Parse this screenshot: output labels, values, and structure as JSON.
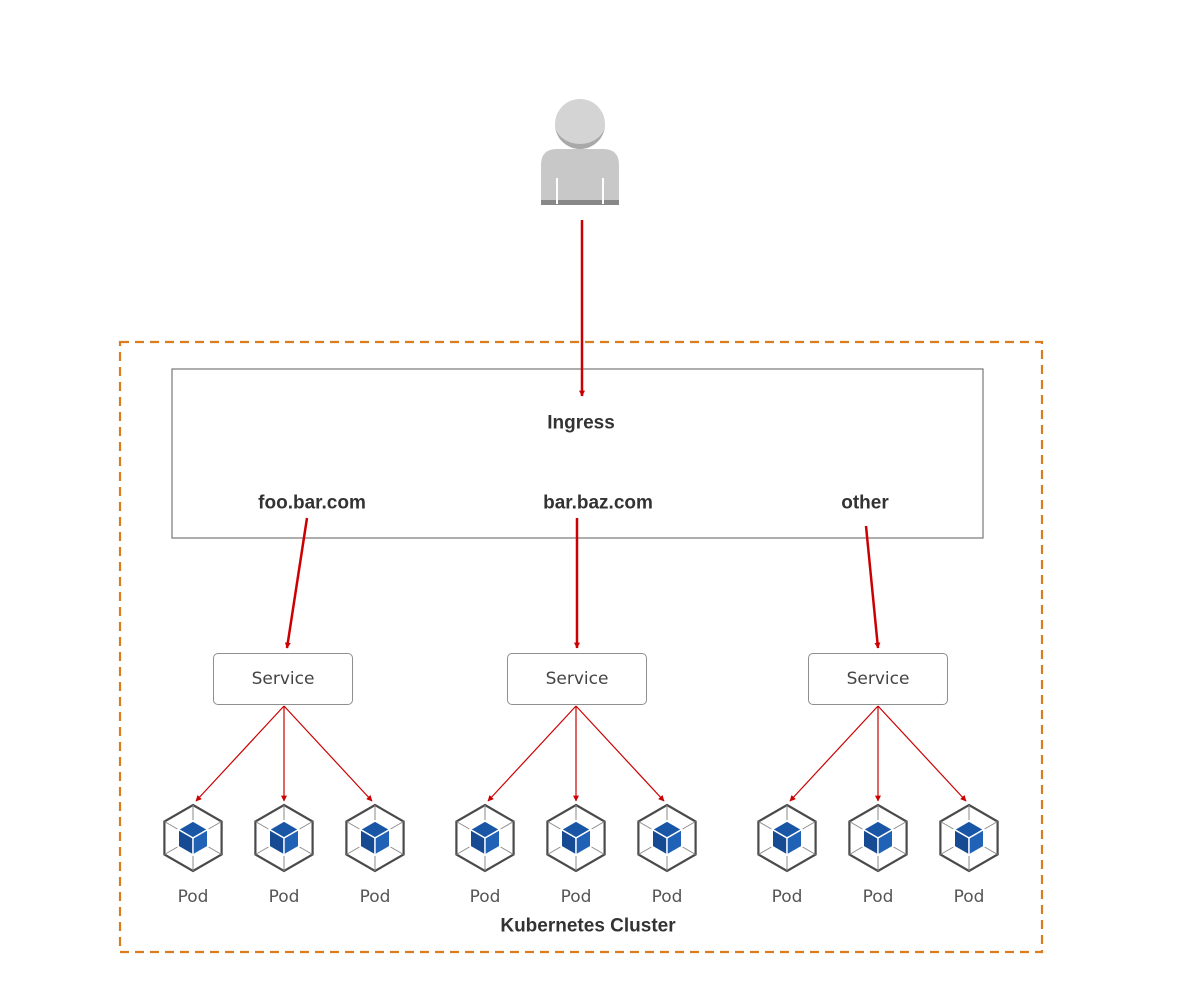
{
  "cluster": {
    "label": "Kubernetes Cluster"
  },
  "ingress": {
    "title": "Ingress",
    "hosts": [
      "foo.bar.com",
      "bar.baz.com",
      "other"
    ]
  },
  "services": [
    {
      "label": "Service",
      "pods": [
        "Pod",
        "Pod",
        "Pod"
      ]
    },
    {
      "label": "Service",
      "pods": [
        "Pod",
        "Pod",
        "Pod"
      ]
    },
    {
      "label": "Service",
      "pods": [
        "Pod",
        "Pod",
        "Pod"
      ]
    }
  ],
  "user": {
    "icon": "user-icon"
  },
  "pod_icon": "pod-cube-icon",
  "colors": {
    "arrow": "#cc0000",
    "cluster_border": "#d97d20",
    "pod_cube": "#1a56a6",
    "user_icon": "#c8c8c8"
  }
}
